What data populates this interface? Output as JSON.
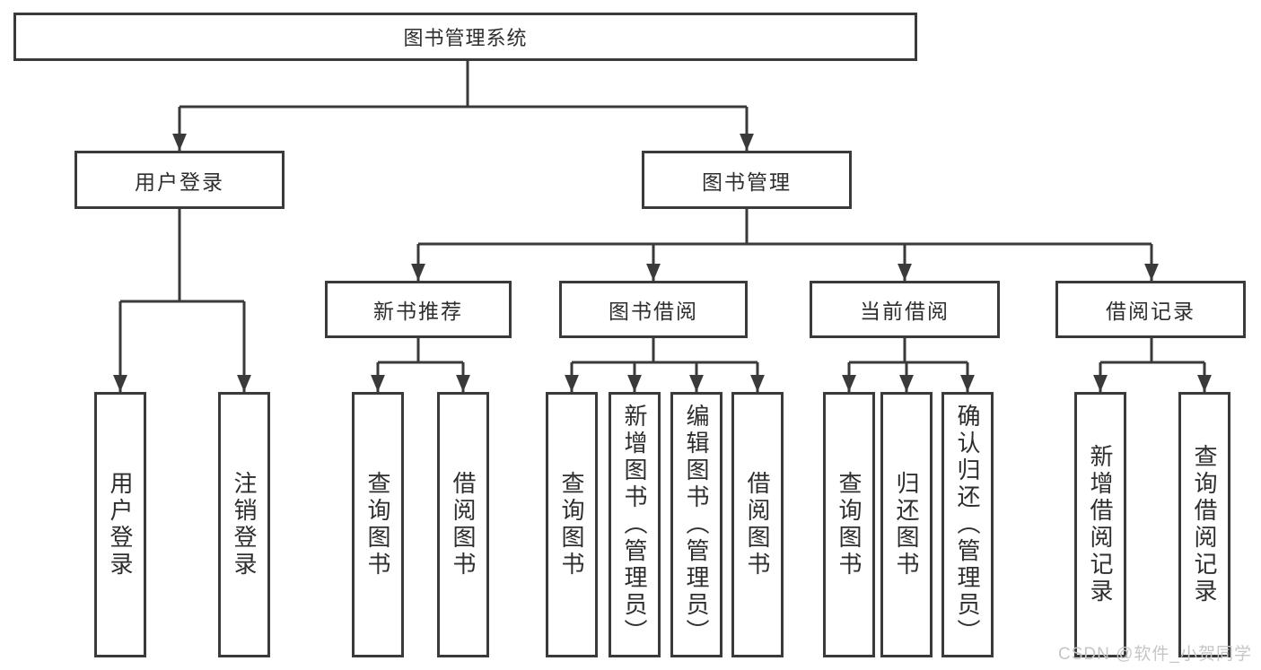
{
  "tree": {
    "label": "图书管理系统",
    "children": [
      {
        "label": "用户登录",
        "children": [
          {
            "label": "用户登录"
          },
          {
            "label": "注销登录"
          }
        ]
      },
      {
        "label": "图书管理",
        "children": [
          {
            "label": "新书推荐",
            "children": [
              {
                "label": "查询图书"
              },
              {
                "label": "借阅图书"
              }
            ]
          },
          {
            "label": "图书借阅",
            "children": [
              {
                "label": "查询图书"
              },
              {
                "label": "新增图书（管理员）"
              },
              {
                "label": "编辑图书（管理员）"
              },
              {
                "label": "借阅图书"
              }
            ]
          },
          {
            "label": "当前借阅",
            "children": [
              {
                "label": "查询图书"
              },
              {
                "label": "归还图书"
              },
              {
                "label": "确认归还（管理员）"
              }
            ]
          },
          {
            "label": "借阅记录",
            "children": [
              {
                "label": "新增借阅记录"
              },
              {
                "label": "查询借阅记录"
              }
            ]
          }
        ]
      }
    ]
  },
  "colors": {
    "line": "#3a3a3a",
    "text": "#2e2e2e",
    "background": "#ffffff",
    "watermark": "#c6c6c6"
  },
  "watermark": {
    "text": "CSDN @软件_小贺同学"
  }
}
